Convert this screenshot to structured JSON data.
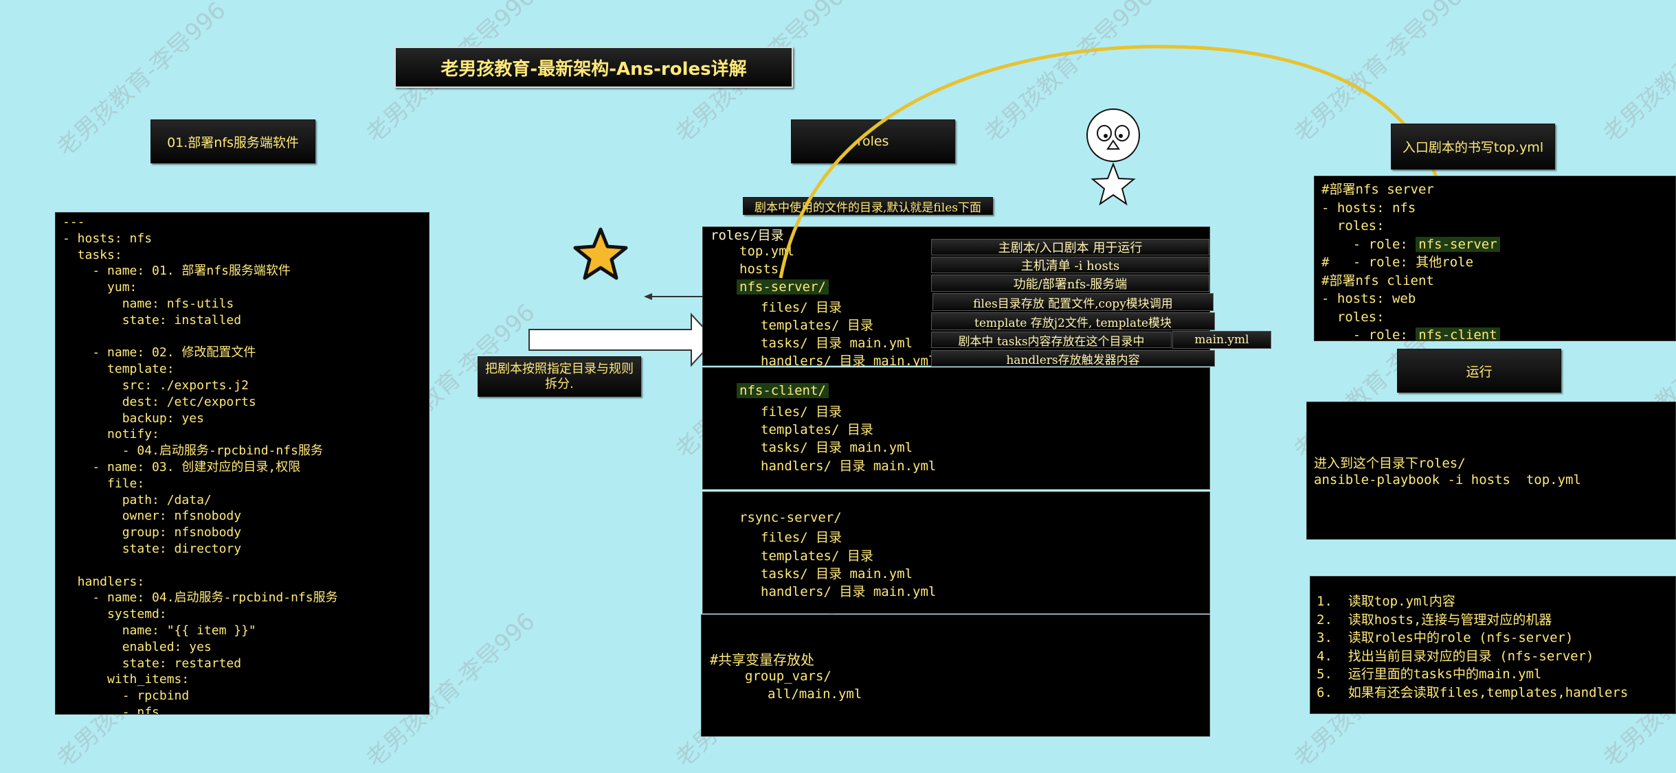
{
  "title": "老男孩教育-最新架构-Ans-roles详解",
  "watermark": "老男孩教育-李导996",
  "section1": {
    "label": "01.部署nfs服务端软件",
    "code": [
      "---",
      "- hosts: nfs",
      "  tasks:",
      "    - name: 01. 部署nfs服务端软件",
      "      yum:",
      "        name: nfs-utils",
      "        state: installed",
      "",
      "    - name: 02. 修改配置文件",
      "      template:",
      "        src: ./exports.j2",
      "        dest: /etc/exports",
      "        backup: yes",
      "      notify:",
      "        - 04.启动服务-rpcbind-nfs服务",
      "    - name: 03. 创建对应的目录,权限",
      "      file:",
      "        path: /data/",
      "        owner: nfsnobody",
      "        group: nfsnobody",
      "        state: directory",
      "",
      "  handlers:",
      "    - name: 04.启动服务-rpcbind-nfs服务",
      "      systemd:",
      "        name: \"{{ item }}\"",
      "        enabled: yes",
      "        state: restarted",
      "      with_items:",
      "        - rpcbind",
      "        - nfs"
    ]
  },
  "split_label": "把剧本按照指定目录与规则拆分.",
  "roles": {
    "label": "roles",
    "files_note": "剧本中使用的文件的目录,默认就是files下面",
    "tree1": {
      "root": "roles/目录",
      "top": "top.yml",
      "hosts": "hosts",
      "role": "nfs-server/",
      "files": "files/ 目录",
      "templates": "templates/ 目录",
      "tasks": "tasks/ 目录 main.yml",
      "handlers": "handlers/ 目录 main.yml"
    },
    "tree2": {
      "role": "nfs-client/",
      "files": "files/ 目录",
      "templates": "templates/ 目录",
      "tasks": "tasks/ 目录 main.yml",
      "handlers": "handlers/ 目录 main.yml"
    },
    "tree3": {
      "role": "rsync-server/",
      "files": "files/ 目录",
      "templates": "templates/ 目录",
      "tasks": "tasks/ 目录 main.yml",
      "handlers": "handlers/ 目录 main.yml"
    },
    "shared": {
      "comment": "#共享变量存放处",
      "dir": "group_vars/",
      "file": "all/main.yml"
    },
    "notes": [
      "主剧本/入口剧本 用于运行",
      "主机清单  -i hosts",
      "功能/部署nfs-服务端",
      "files目录存放 配置文件,copy模块调用",
      "template  存放j2文件, template模块",
      "剧本中 tasks内容存放在这个目录中",
      "handlers存放触发器内容"
    ],
    "mainyml_note": "main.yml"
  },
  "entry": {
    "label": "入口剧本的书写top.yml",
    "code": [
      {
        "text": "#部署nfs server",
        "hl": ""
      },
      {
        "text": "- hosts: nfs",
        "hl": ""
      },
      {
        "text": "  roles:",
        "hl": ""
      },
      {
        "text": "    - role: ",
        "hl": "nfs-server"
      },
      {
        "text": "#   - role: 其他role",
        "hl": ""
      },
      {
        "text": "#部署nfs client",
        "hl": ""
      },
      {
        "text": "- hosts: web",
        "hl": ""
      },
      {
        "text": "  roles:",
        "hl": ""
      },
      {
        "text": "    - role: ",
        "hl": "nfs-client"
      }
    ]
  },
  "run": {
    "label": "运行",
    "line1": "进入到这个目录下roles/",
    "line2": "ansible-playbook -i hosts  top.yml"
  },
  "steps": [
    "1.  读取top.yml内容",
    "2.  读取hosts,连接与管理对应的机器",
    "3.  读取roles中的role (nfs-server)",
    "4.  找出当前目录对应的目录 (nfs-server)",
    "5.  运行里面的tasks中的main.yml",
    "6.  如果有还会读取files,templates,handlers"
  ],
  "colors": {
    "background": "#b3ebf2",
    "text_yellow": "#ffe97a",
    "arc": "#e8c22e",
    "star": "#f5b92a"
  }
}
